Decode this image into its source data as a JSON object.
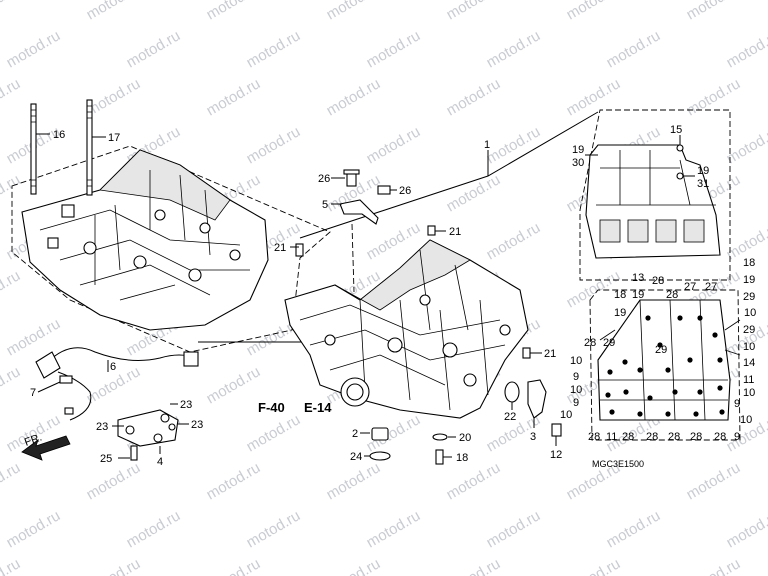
{
  "watermark": "motod.ru",
  "diagram_code": "MGC3E1500",
  "front_arrow_label": "FR.",
  "refs": {
    "f40": "F-40",
    "e14": "E-14"
  },
  "callouts": {
    "c1": "1",
    "c2": "2",
    "c3": "3",
    "c4": "4",
    "c5": "5",
    "c6": "6",
    "c7": "7",
    "c12": "12",
    "c15": "15",
    "c16": "16",
    "c17": "17",
    "c19a": "19",
    "c30": "30",
    "c19b": "19",
    "c31": "31",
    "c20": "20",
    "c21a": "21",
    "c21b": "21",
    "c21c": "21",
    "c22": "22",
    "c23a": "23",
    "c23b": "23",
    "c23c": "23",
    "c24": "24",
    "c25": "25",
    "c26a": "26",
    "c26b": "26",
    "r13": "13",
    "r18a": "18",
    "r18b": "18",
    "r19a": "19",
    "r19b": "19",
    "r28a": "28",
    "r27a": "27",
    "r19c": "19",
    "r27b": "27",
    "r18c": "18",
    "r29a": "29",
    "r29b": "29",
    "r29c": "29",
    "r28b": "28",
    "r10a": "10",
    "r10b": "10",
    "r9a": "9",
    "r14": "14",
    "r10c": "10",
    "r11a": "11",
    "r10d": "10",
    "r28c": "28",
    "r10e": "10",
    "r9b": "9",
    "r10f": "10",
    "r9c": "9",
    "r10g": "10",
    "r28d": "28",
    "r11b": "11",
    "r28e": "28",
    "r28f": "28",
    "r28g": "28",
    "r28h": "28",
    "r9d": "9"
  }
}
